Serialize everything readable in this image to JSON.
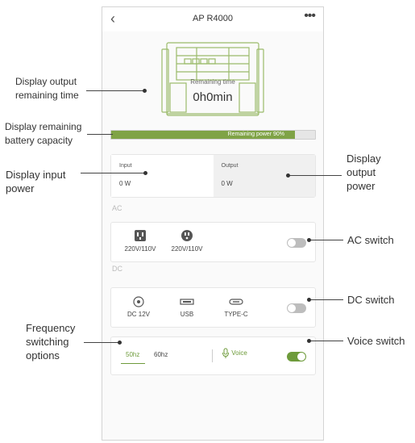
{
  "app": {
    "title": "AP R4000",
    "back_icon": "chevron-left-icon",
    "more_icon": "more-dots-icon"
  },
  "status": {
    "remaining_time_label": "Remaining time",
    "remaining_time_value": "0h0min",
    "remaining_power_text": "Remaining power 90%",
    "remaining_power_fraction": 0.9
  },
  "io": {
    "input_label": "Input",
    "input_value": "0 W",
    "output_label": "Output",
    "output_value": "0 W"
  },
  "ac": {
    "section_label": "AC",
    "ports": [
      {
        "label": "220V/110V",
        "icon": "us-outlet-icon"
      },
      {
        "label": "220V/110V",
        "icon": "universal-outlet-icon"
      }
    ],
    "switch_on": false
  },
  "dc": {
    "section_label": "DC",
    "ports": [
      {
        "label": "DC 12V",
        "icon": "dc-port-icon"
      },
      {
        "label": "USB",
        "icon": "usb-port-icon"
      },
      {
        "label": "TYPE-C",
        "icon": "type-c-port-icon"
      }
    ],
    "switch_on": false
  },
  "frequency": {
    "options": [
      "50hz",
      "60hz"
    ],
    "selected": "50hz",
    "voice_label": "Voice",
    "voice_icon": "microphone-icon",
    "voice_on": true
  },
  "annotations": {
    "remaining_time": "Display output\nremaining time",
    "battery": "Display remaining\nbattery capacity",
    "input": "Display input\npower",
    "output": "Display\noutput\npower",
    "ac_switch": "AC switch",
    "dc_switch": "DC switch",
    "frequency": "Frequency\nswitching\noptions",
    "voice_switch": "Voice switch"
  },
  "colors": {
    "accent": "#6e9b3b",
    "battery_fill": "#7fa346",
    "toggle_off": "#bdbdbd"
  }
}
